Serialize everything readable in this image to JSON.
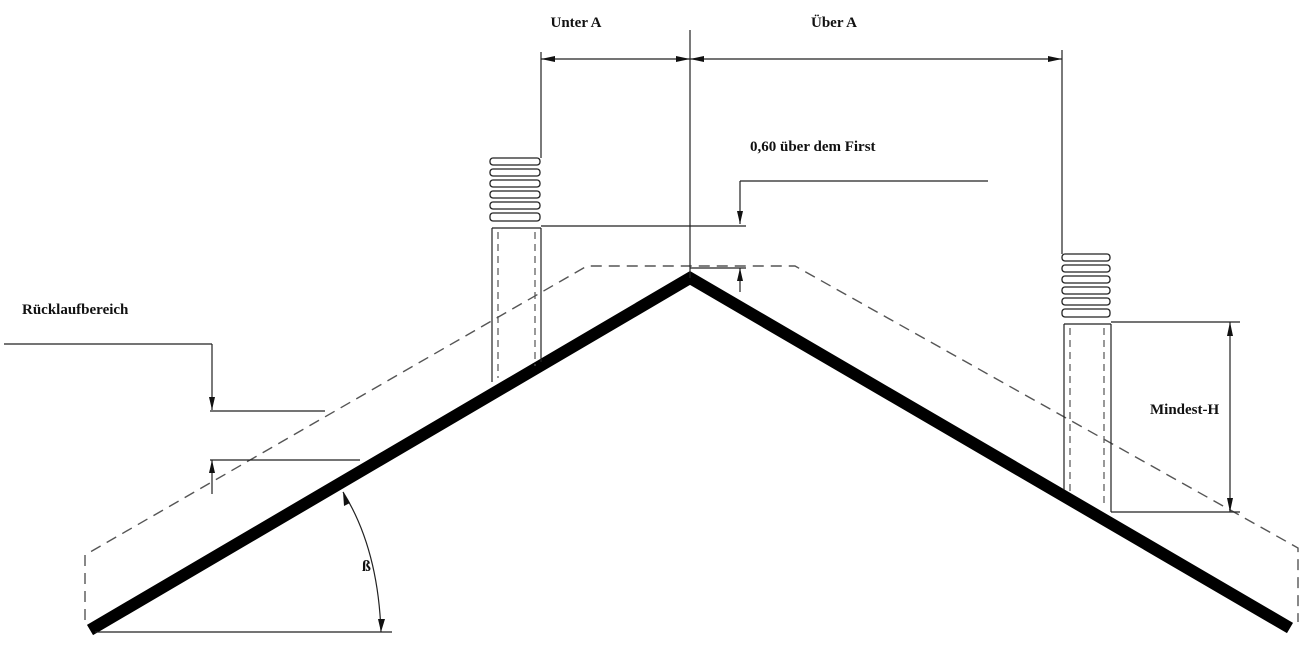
{
  "labels": {
    "unter_a": "Unter A",
    "ueber_a": "Über A",
    "first_note": "0,60 über dem First",
    "ruecklauf": "Rücklaufbereich",
    "mindest_h": "Mindest-H",
    "angle": "ß"
  },
  "colors": {
    "line": "#000000",
    "background": "#ffffff"
  }
}
